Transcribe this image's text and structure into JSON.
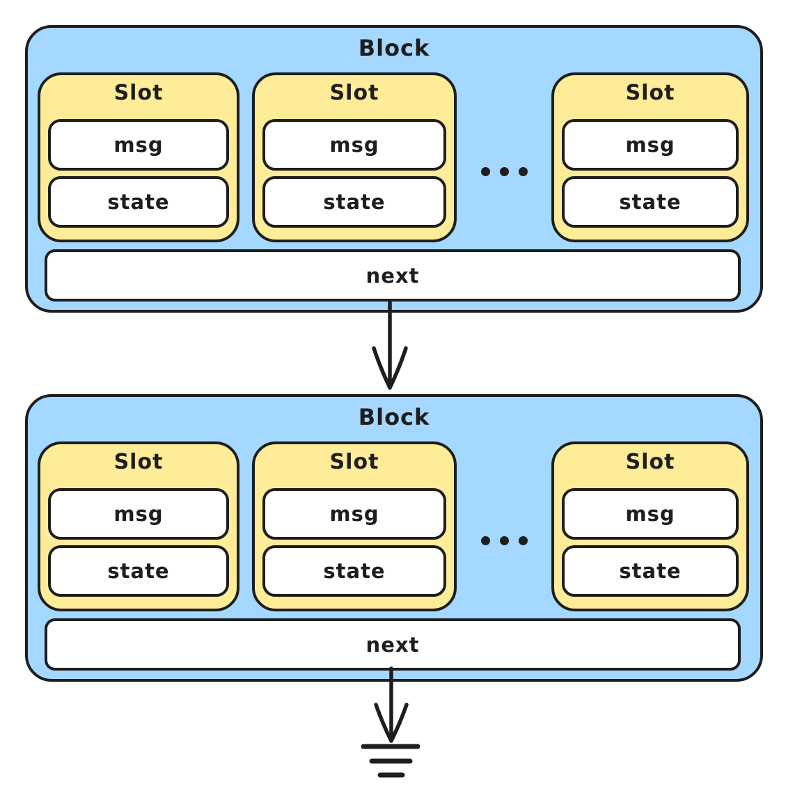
{
  "colors": {
    "block_fill": "#a5d8ff",
    "slot_fill": "#ffec99",
    "field_fill": "#ffffff",
    "stroke": "#1e1e1e",
    "canvas_bg": "#ffffff"
  },
  "blocks": [
    {
      "title": "Block",
      "slots": [
        {
          "title": "Slot",
          "fields": [
            "msg",
            "state"
          ]
        },
        {
          "title": "Slot",
          "fields": [
            "msg",
            "state"
          ]
        },
        {
          "title": "Slot",
          "fields": [
            "msg",
            "state"
          ]
        }
      ],
      "ellipsis": "...",
      "next_label": "next"
    },
    {
      "title": "Block",
      "slots": [
        {
          "title": "Slot",
          "fields": [
            "msg",
            "state"
          ]
        },
        {
          "title": "Slot",
          "fields": [
            "msg",
            "state"
          ]
        },
        {
          "title": "Slot",
          "fields": [
            "msg",
            "state"
          ]
        }
      ],
      "ellipsis": "...",
      "next_label": "next"
    }
  ],
  "icons": {
    "arrow_between_blocks": "arrow-down-icon",
    "arrow_to_ground": "arrow-down-icon",
    "terminator": "ground-icon",
    "ellipsis": "ellipsis-icon"
  }
}
